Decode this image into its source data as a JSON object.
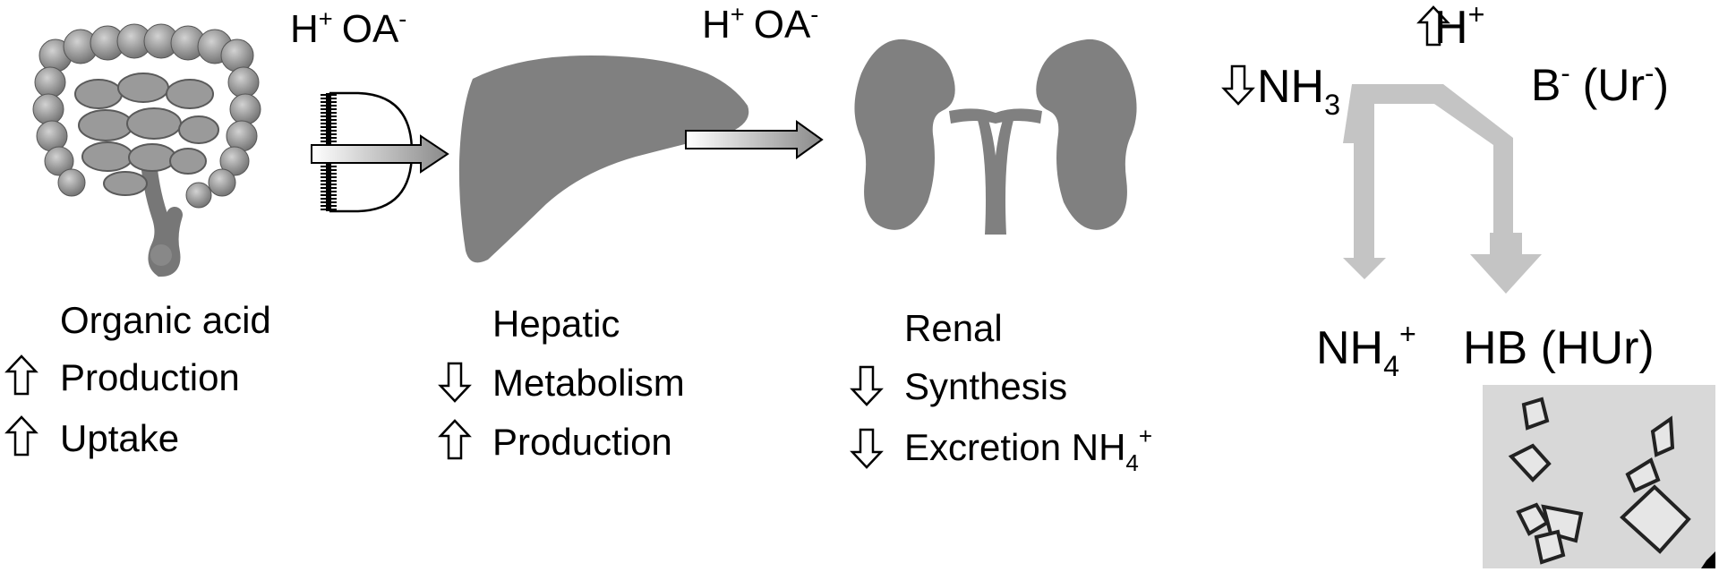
{
  "transport": {
    "gut_to_liver": {
      "ion1": "H",
      "ion1_sup": "+",
      "ion2": "OA",
      "ion2_sup": "-"
    },
    "liver_to_kidney": {
      "ion1": "H",
      "ion1_sup": "+",
      "ion2": "OA",
      "ion2_sup": "-"
    }
  },
  "gut": {
    "title": "Organic acid",
    "items": [
      {
        "arrow": "up",
        "label": "Production"
      },
      {
        "arrow": "up",
        "label": "Uptake"
      }
    ]
  },
  "liver": {
    "title": "Hepatic",
    "items": [
      {
        "arrow": "down",
        "label": "Metabolism"
      },
      {
        "arrow": "up",
        "label": "Production"
      }
    ]
  },
  "kidney": {
    "title": "Renal",
    "items": [
      {
        "arrow": "down",
        "label": "Synthesis"
      },
      {
        "arrow": "down",
        "label": "Excretion NH",
        "sub": "4",
        "sup": "+"
      }
    ]
  },
  "buffer": {
    "h_plus": {
      "arrow": "up",
      "label": "H",
      "sup": "+"
    },
    "nh3": {
      "arrow": "down",
      "label": "NH",
      "sub": "3"
    },
    "base": {
      "label": "B",
      "sup": "-",
      "rest": " (Ur",
      "rest_sup": "-",
      "close": ")"
    },
    "nh4": {
      "label": "NH",
      "sub": "4",
      "sup": "+"
    },
    "acid": {
      "label": "HB (HUr)"
    }
  },
  "colors": {
    "organ": "#808080",
    "pathway_arrow": "#c4c4c4",
    "crystal_bg": "#d8d8d8"
  }
}
